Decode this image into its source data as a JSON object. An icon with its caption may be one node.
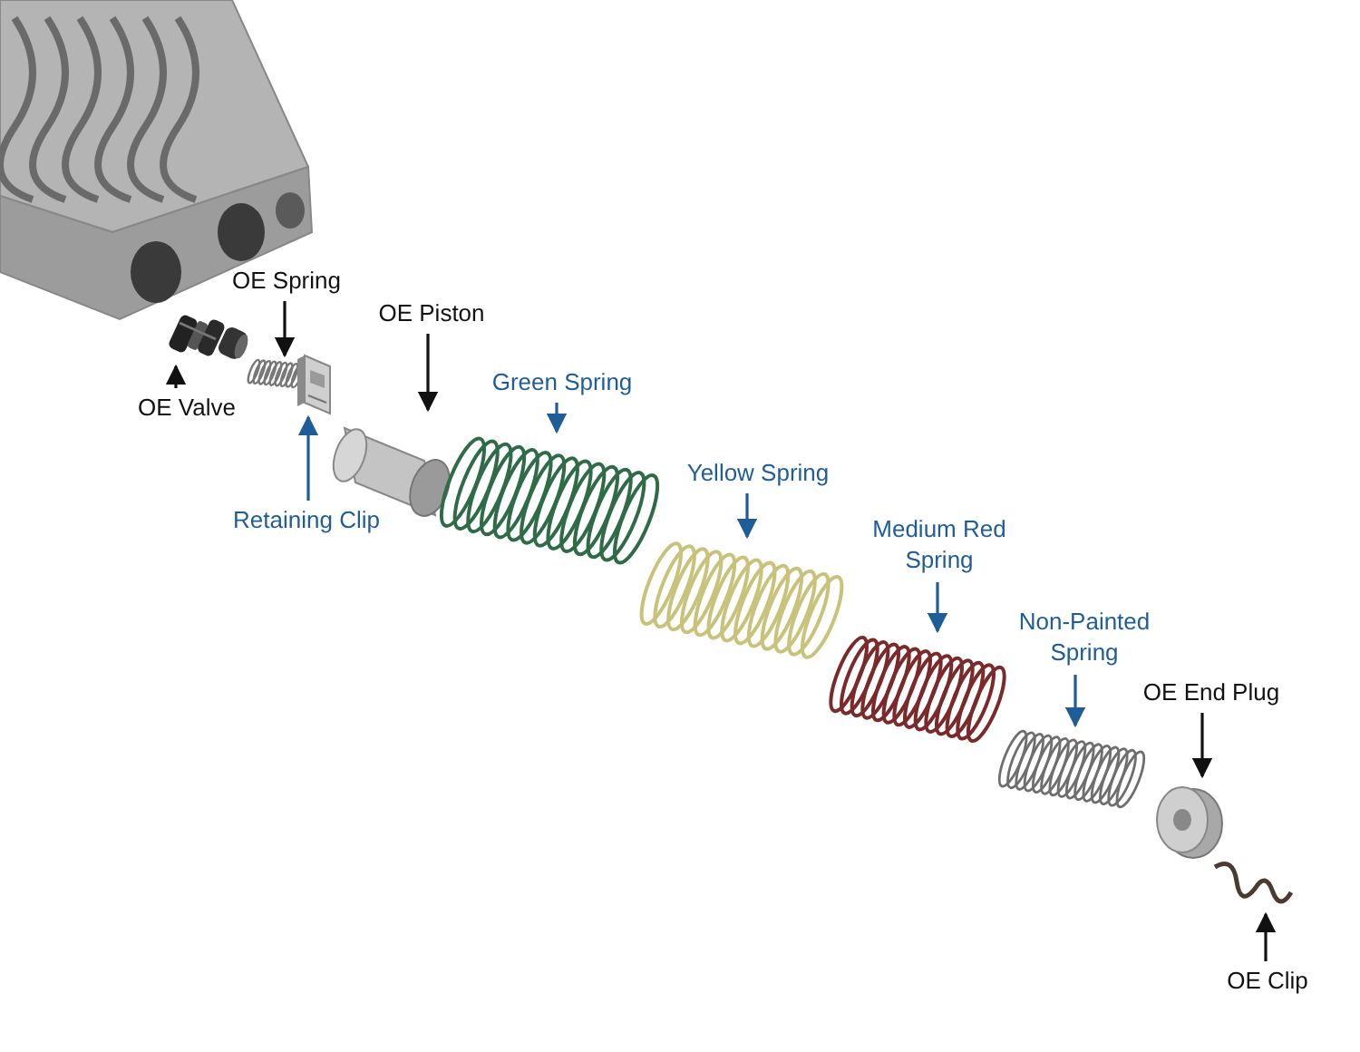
{
  "diagram": {
    "nodes": [
      {
        "text": [
          "OE Spring"
        ]
      },
      {
        "text": [
          "OE Valve"
        ]
      },
      {
        "text": [
          "OE Piston"
        ]
      },
      {
        "text": [
          "Green Spring"
        ]
      },
      {
        "text": [
          "Retaining Clip"
        ]
      },
      {
        "text": [
          "Yellow Spring"
        ]
      },
      {
        "text": [
          "Medium Red Spring"
        ]
      },
      {
        "text": [
          "Non-Painted Spring"
        ]
      },
      {
        "text": [
          "OE End Plug"
        ]
      },
      {
        "text": [
          "OE Clip"
        ]
      },
      {
        "text": [],
        "shape": "picture"
      },
      {
        "text": [],
        "shape": "picture"
      },
      {
        "text": [],
        "shape": "picture"
      },
      {
        "text": [],
        "shape": "picture"
      },
      {
        "text": [],
        "shape": "picture"
      },
      {
        "text": [],
        "shape": "picture"
      },
      {
        "text": [],
        "shape": "picture"
      },
      {
        "text": [],
        "shape": "picture"
      },
      {
        "text": [],
        "shape": "picture"
      },
      {
        "text": [],
        "shape": "picture"
      }
    ],
    "edges": [
      {
        "from": 0,
        "to": 11,
        "arrow": "to"
      },
      {
        "from": 1,
        "to": 10,
        "arrow": "to"
      },
      {
        "from": 2,
        "to": 13,
        "arrow": "to"
      },
      {
        "from": 3,
        "to": 14,
        "arrow": "to",
        "color": "#1f5d99"
      },
      {
        "from": 4,
        "to": 12,
        "arrow": "to",
        "color": "#1f5d99"
      },
      {
        "from": 5,
        "to": 15,
        "arrow": "to",
        "color": "#1f5d99"
      },
      {
        "from": 6,
        "to": 16,
        "arrow": "to",
        "color": "#1f5d99"
      },
      {
        "from": 7,
        "to": 17,
        "arrow": "to",
        "color": "#1f5d99"
      },
      {
        "from": 8,
        "to": 18,
        "arrow": "to"
      },
      {
        "from": 9,
        "to": 19,
        "arrow": "to"
      }
    ]
  }
}
